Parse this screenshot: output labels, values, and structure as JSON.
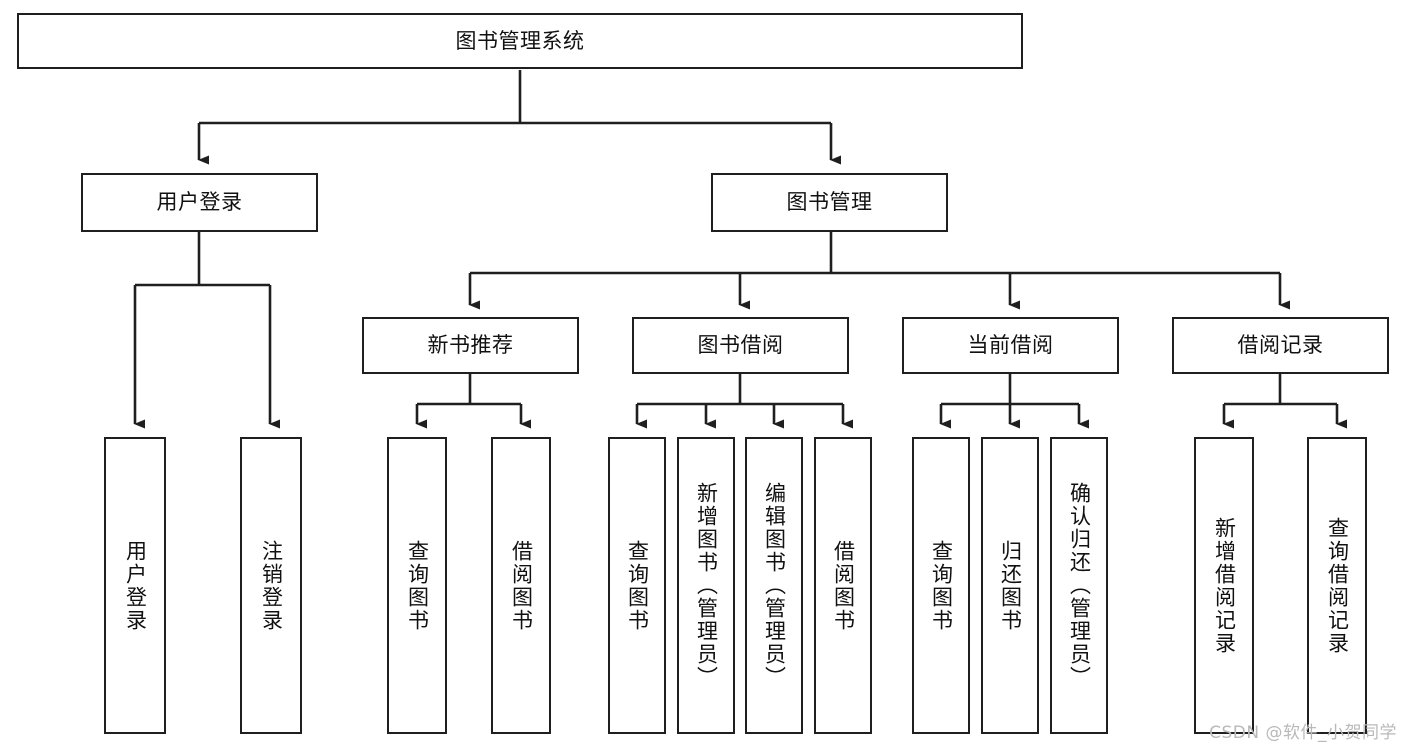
{
  "diagram": {
    "title": "图书管理系统",
    "watermark": "CSDN @软件_小贺同学",
    "colors": {
      "stroke": "#1f1f1f",
      "background": "#ffffff",
      "text": "#111111",
      "watermark": "#b9b9b9"
    },
    "levels": {
      "root": {
        "label": "图书管理系统"
      },
      "level2": [
        {
          "label": "用户登录"
        },
        {
          "label": "图书管理"
        }
      ],
      "level3": [
        {
          "label": "新书推荐"
        },
        {
          "label": "图书借阅"
        },
        {
          "label": "当前借阅"
        },
        {
          "label": "借阅记录"
        }
      ],
      "leaves_user_login": [
        {
          "label": "用户登录"
        },
        {
          "label": "注销登录"
        }
      ],
      "leaves_new_books": [
        {
          "label": "查询图书"
        },
        {
          "label": "借阅图书"
        }
      ],
      "leaves_borrow": [
        {
          "label": "查询图书"
        },
        {
          "label": "新增图书（管理员）"
        },
        {
          "label": "编辑图书（管理员）"
        },
        {
          "label": "借阅图书"
        }
      ],
      "leaves_current": [
        {
          "label": "查询图书"
        },
        {
          "label": "归还图书"
        },
        {
          "label": "确认归还（管理员）"
        }
      ],
      "leaves_records": [
        {
          "label": "新增借阅记录"
        },
        {
          "label": "查询借阅记录"
        }
      ]
    }
  }
}
